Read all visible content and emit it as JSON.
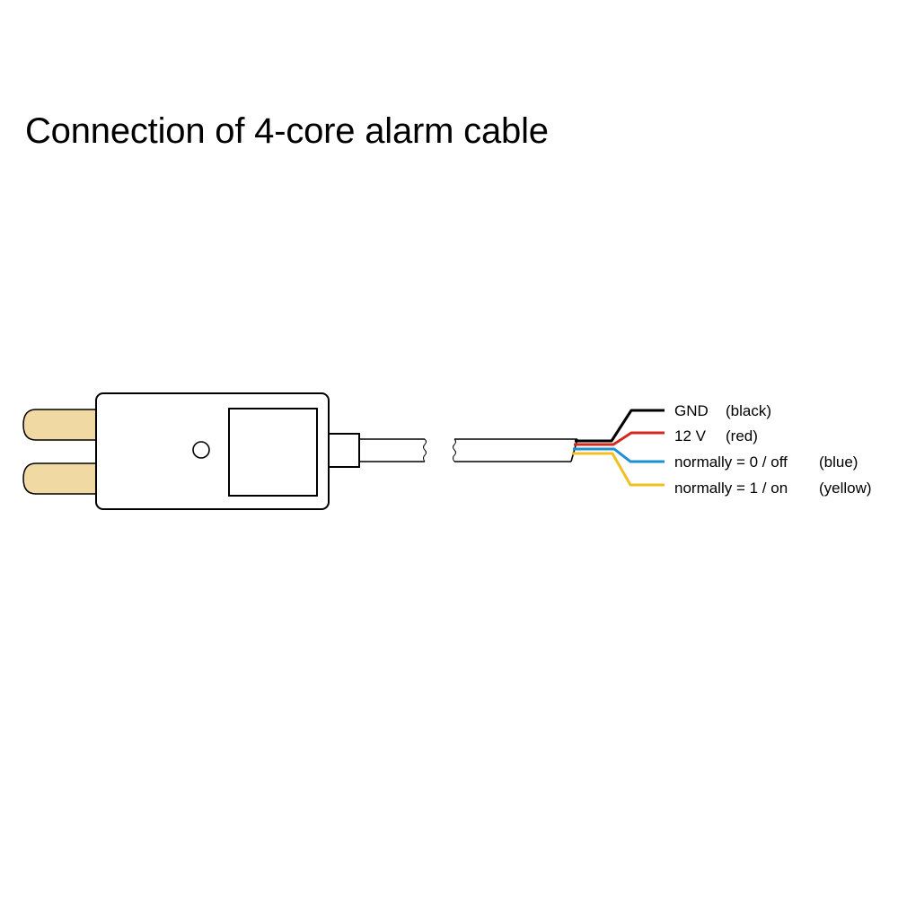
{
  "title": "Connection of 4-core alarm cable",
  "wires": [
    {
      "id": "gnd",
      "function": "GND",
      "color_name": "(black)",
      "color": "#000000"
    },
    {
      "id": "v12",
      "function": "12 V",
      "color_name": "(red)",
      "color": "#d42a1e"
    },
    {
      "id": "nc",
      "function": "normally = 0 / off",
      "color_name": "(blue)",
      "color": "#1e8fd0"
    },
    {
      "id": "no",
      "function": "normally = 1 / on",
      "color_name": "(yellow)",
      "color": "#f0c020"
    }
  ],
  "colors": {
    "outline": "#000000",
    "pin_fill": "#f1d9a4"
  }
}
